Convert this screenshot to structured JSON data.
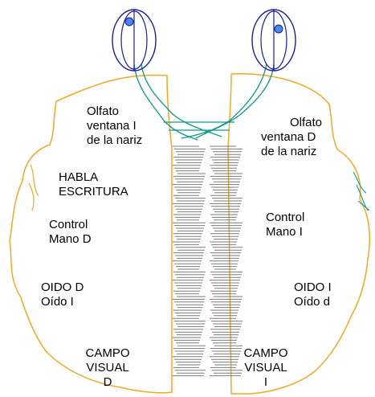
{
  "colors": {
    "brain_outline": "#f5a623",
    "eyes": "#1c1c9c",
    "pupil": "#4a86e8",
    "optic_nerve": "#0e9a88",
    "corpus_callosum": "#7a7a7a",
    "text": "#000000"
  },
  "labels": {
    "left_smell": [
      "Olfato",
      "ventana I",
      "de la nariz"
    ],
    "right_smell": [
      "Olfato",
      "ventana D",
      "de la nariz"
    ],
    "speech": [
      "HABLA",
      "ESCRITURA"
    ],
    "left_control": [
      "Control",
      "Mano D"
    ],
    "right_control": [
      "Control",
      "Mano I"
    ],
    "left_ear": [
      "OIDO D",
      "Oído I"
    ],
    "right_ear": [
      "OIDO I",
      "Oído d"
    ],
    "left_visual": [
      "CAMPO",
      "VISUAL",
      "D"
    ],
    "right_visual": [
      "CAMPO",
      "VISUAL",
      "I"
    ]
  }
}
